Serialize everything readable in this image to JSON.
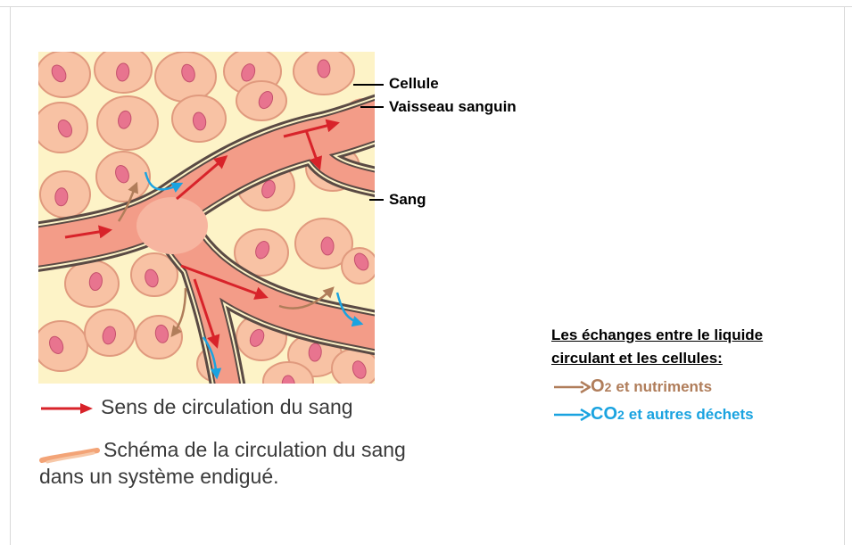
{
  "labels": {
    "cell": "Cellule",
    "vessel": "Vaisseau sanguin",
    "blood": "Sang"
  },
  "legend": {
    "direction": "Sens de circulation du sang",
    "caption_line1": "Schéma de la circulation du sang",
    "caption_line2": "dans un système endigué."
  },
  "exchanges": {
    "title_line1": "Les échanges entre le liquide",
    "title_line2": "circulant et les cellules:",
    "o2": {
      "formula": "O",
      "subscript": "2",
      "text": "et nutriments",
      "color": "#b07d5a"
    },
    "co2": {
      "formula": "CO",
      "subscript": "2",
      "text": "et autres déchets",
      "color": "#1aa3e0"
    }
  },
  "colors": {
    "blood_arrow": "#d8232a",
    "cell_fill": "#f8c2a4",
    "nucleus": "#e8748f",
    "interstitial": "#fdf3c7",
    "vessel_fill": "#f39c88"
  }
}
